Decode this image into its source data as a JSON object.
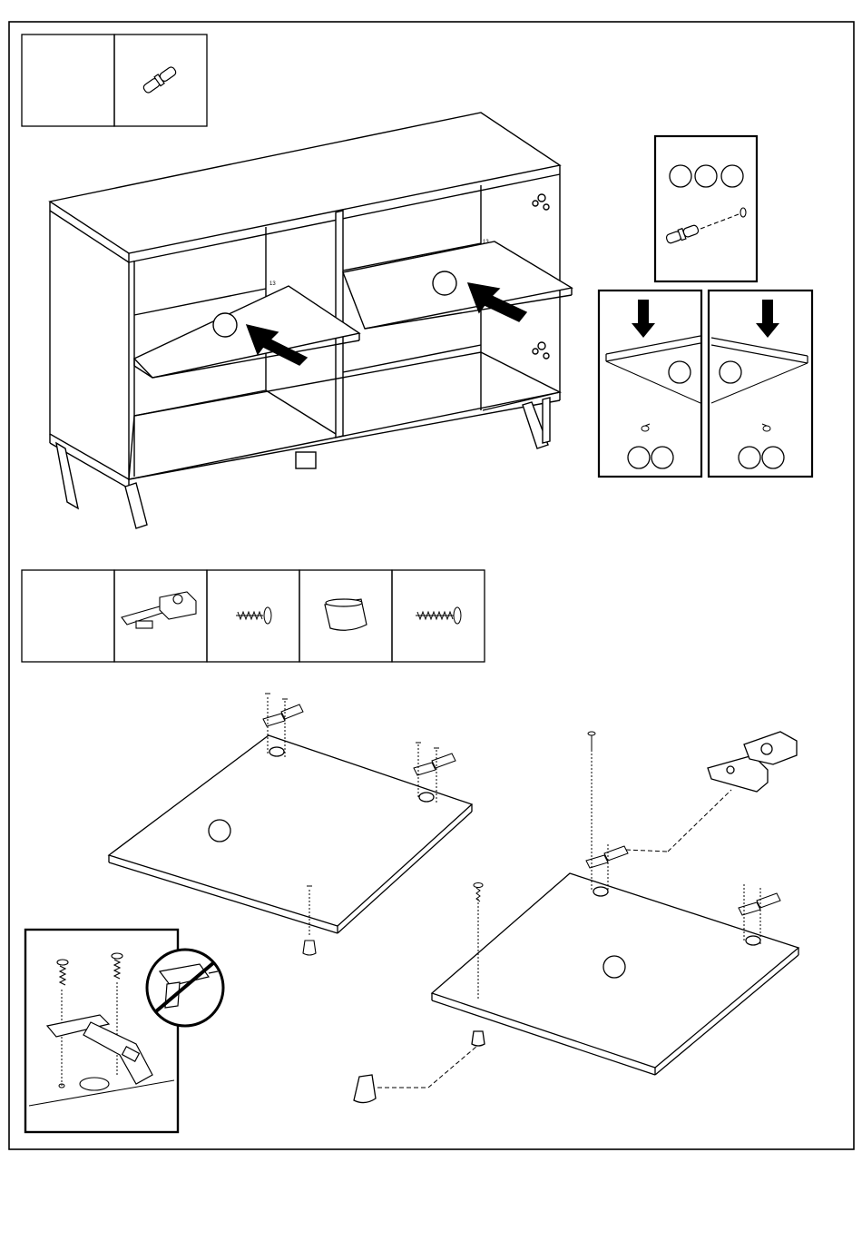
{
  "page": {
    "background": "#ffffff",
    "ink": "#000000"
  },
  "step_shelves": {
    "parts_strip": {
      "cells": [
        {
          "kind": "blank",
          "icon": "count-cell"
        },
        {
          "kind": "part",
          "icon": "shelf-pin-icon"
        }
      ]
    },
    "panel_markers": [
      "",
      ""
    ],
    "side_marks": [
      "13",
      "13"
    ],
    "insets": [
      {
        "name": "pin-insert-inset",
        "markers": [
          "",
          "",
          ""
        ]
      },
      {
        "name": "shelf-drop-inset-left",
        "markers": [
          "",
          "",
          ""
        ]
      },
      {
        "name": "shelf-drop-inset-right",
        "markers": [
          "",
          "",
          ""
        ]
      }
    ]
  },
  "step_doors": {
    "parts_strip": {
      "cells": [
        {
          "kind": "blank",
          "icon": "count-cell"
        },
        {
          "kind": "part",
          "icon": "hinge-icon"
        },
        {
          "kind": "part",
          "icon": "short-screw-icon"
        },
        {
          "kind": "part",
          "icon": "knob-icon"
        },
        {
          "kind": "part",
          "icon": "long-screw-icon"
        }
      ]
    },
    "door_markers": [
      "",
      ""
    ],
    "detail_inset": {
      "icons": [
        "screw-icon",
        "hinge-icon",
        "no-power-drill-icon"
      ]
    }
  }
}
